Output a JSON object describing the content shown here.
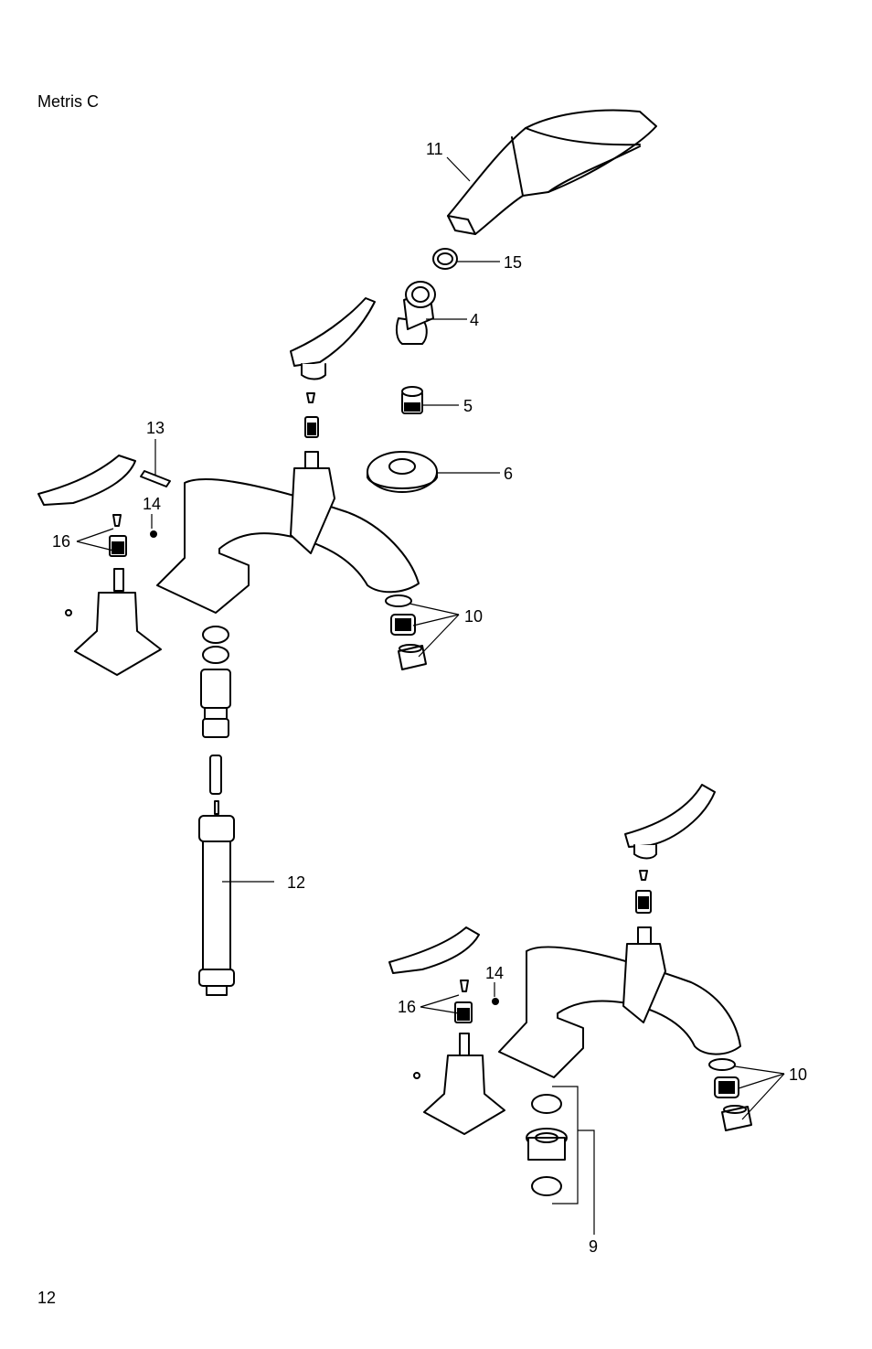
{
  "document": {
    "title": "Metris C",
    "page_number": "12"
  },
  "callouts": {
    "c11": "11",
    "c15": "15",
    "c4": "4",
    "c5": "5",
    "c6": "6",
    "c13": "13",
    "c14a": "14",
    "c16a": "16",
    "c10a": "10",
    "c12": "12",
    "c14b": "14",
    "c16b": "16",
    "c10b": "10",
    "c9": "9"
  }
}
